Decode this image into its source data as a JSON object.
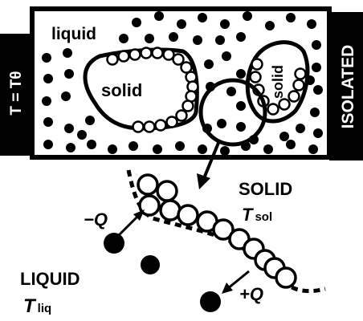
{
  "labels": {
    "liquid_box": "liquid",
    "solid_left": "solid",
    "solid_right": "solid",
    "side_left": "T = Tθ",
    "side_right": "ISOLATED",
    "solid_big": "SOLID",
    "t_sol": "T",
    "t_sol_sub": "sol",
    "liquid_big": "LIQUID",
    "t_liq": "T",
    "t_liq_sub": "liq",
    "minus_q": "−Q",
    "plus_q": "+Q"
  },
  "colors": {
    "ink": "#000000",
    "paper": "#ffffff"
  }
}
